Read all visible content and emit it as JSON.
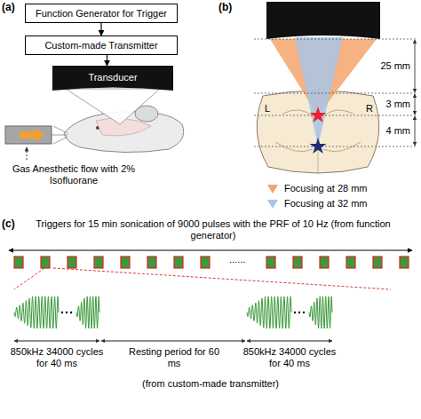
{
  "diagram": {
    "nodes": [
      {
        "text": [
          "Function Generator for Trigger"
        ]
      },
      {
        "text": [
          "Custom-made Transmitter"
        ]
      },
      {
        "text": [
          "Transducer"
        ]
      }
    ],
    "edges": [
      {
        "from": 0,
        "to": 1,
        "arrow": "to"
      },
      {
        "from": 1,
        "to": 2,
        "arrow": "to"
      }
    ],
    "labels": [
      "(a)",
      "Gas Anesthetic flow with 2% Isofluorane",
      "(b)",
      "25 mm",
      "3 mm",
      "4 mm",
      "L",
      "R",
      "(c)",
      "Triggers for 15 min sonication of 9000 pulses with the PRF of 10 Hz (from function generator)",
      "......",
      "850kHz 34000 cycles for 40 ms",
      "Resting period for 60 ms",
      "850kHz 34000 cycles for 40 ms",
      "(from custom-made transmitter)"
    ],
    "legend": [
      {
        "text": "Focusing at 28 mm",
        "color": "#f4a46a"
      },
      {
        "text": "Focusing at 32 mm",
        "color": "#a9c4e8"
      }
    ]
  }
}
